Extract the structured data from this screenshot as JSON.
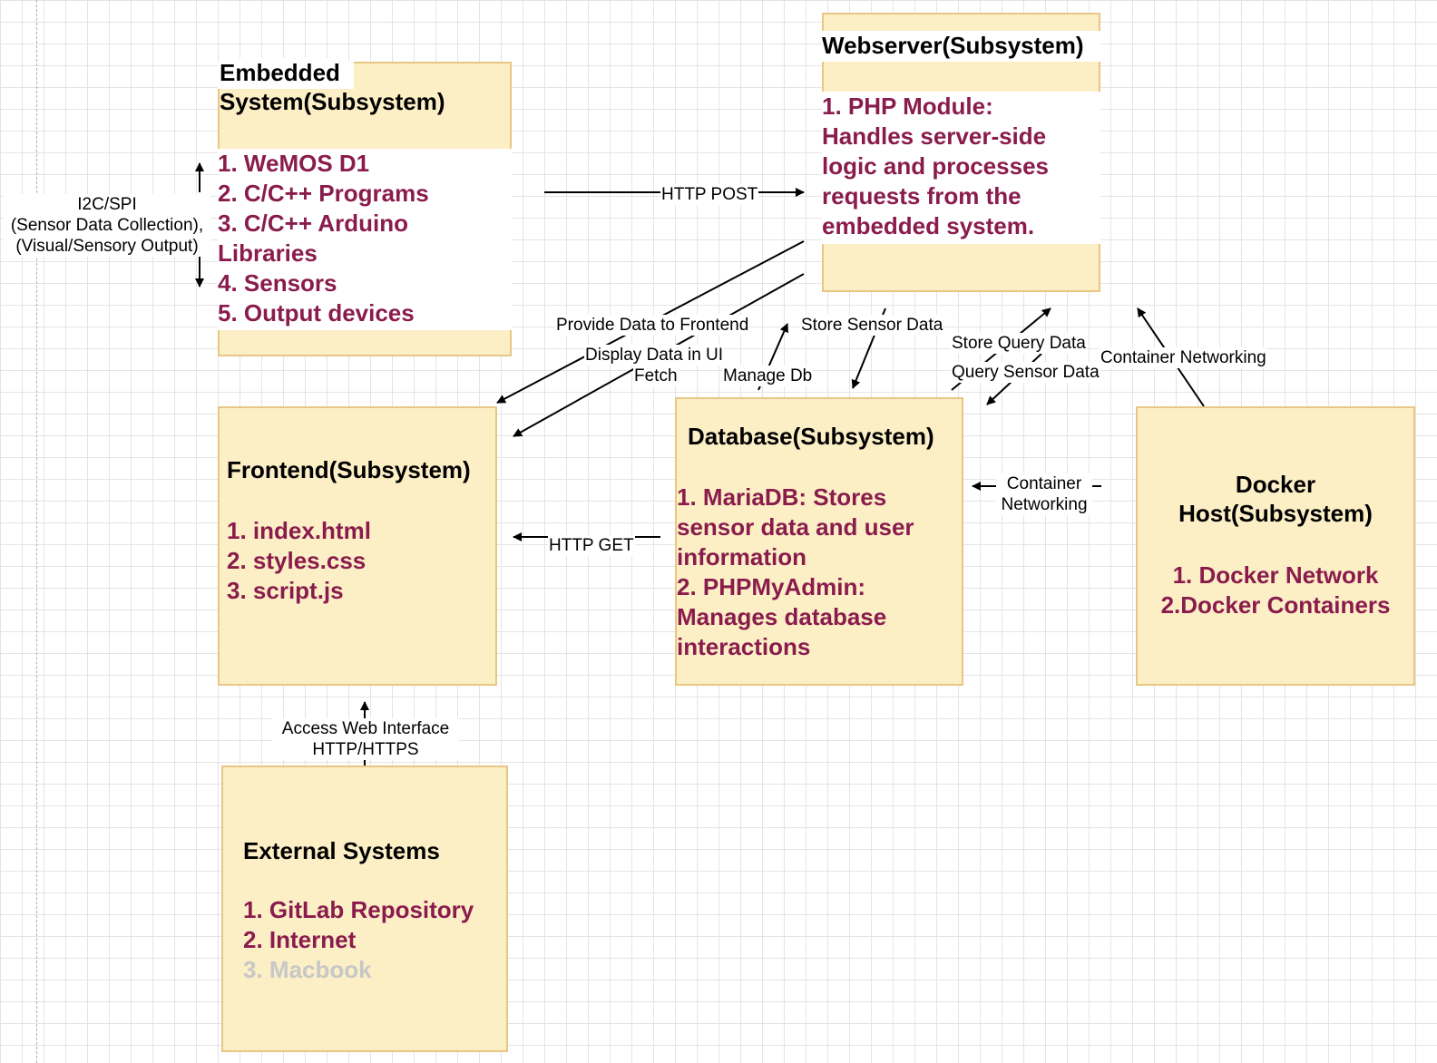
{
  "embedded": {
    "title_line1": "Embedded",
    "title_line2": "System(Subsystem)",
    "items": [
      "1. WeMOS D1",
      "2. C/C++ Programs",
      "3. C/C++ Arduino",
      "Libraries",
      "4. Sensors",
      "5. Output devices"
    ]
  },
  "webserver": {
    "title": "Webserver(Subsystem)",
    "items": [
      "1. PHP Module:",
      "Handles server-side",
      "logic and processes",
      "requests from the",
      "embedded system."
    ]
  },
  "frontend": {
    "title": "Frontend(Subsystem)",
    "items": [
      "1. index.html",
      "2. styles.css",
      "3. script.js"
    ]
  },
  "database": {
    "title": "Database(Subsystem)",
    "items": [
      "1. MariaDB: Stores",
      "sensor data and user",
      "information",
      "2. PHPMyAdmin:",
      "Manages database",
      "interactions"
    ]
  },
  "docker": {
    "title_line1": "Docker",
    "title_line2": "Host(Subsystem)",
    "items": [
      "1. Docker Network",
      "2.Docker Containers"
    ]
  },
  "external": {
    "title": "External Systems",
    "items": [
      "1. GitLab Repository",
      "2. Internet"
    ],
    "faded_item": "3. Macbook"
  },
  "labels": {
    "i2c_line1": "I2C/SPI",
    "i2c_line2": "(Sensor Data Collection),",
    "i2c_line3": "(Visual/Sensory Output)",
    "http_post": "HTTP POST",
    "provide_data": "Provide Data to Frontend",
    "display_data": "Display Data in UI",
    "fetch": "Fetch",
    "manage_db": "Manage Db",
    "store_sensor": "Store Sensor Data",
    "store_query": "Store Query Data",
    "query_sensor": "Query Sensor Data",
    "container_net_top": "Container Networking",
    "container_net_mid1": "Container",
    "container_net_mid2": "Networking",
    "http_get": "HTTP GET",
    "access_web1": "Access Web Interface",
    "access_web2": "HTTP/HTTPS"
  },
  "colors": {
    "box_fill": "#fcefc6",
    "box_border": "#e8c683",
    "item_text": "#8a1c4d",
    "faded_text": "#c7c7c7"
  }
}
